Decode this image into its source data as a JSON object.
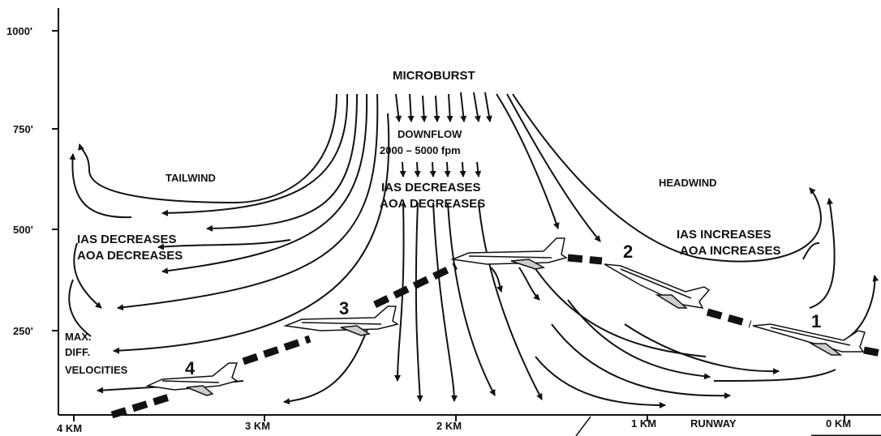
{
  "y_ticks": [
    "1000'",
    "750'",
    "500'",
    "250'"
  ],
  "x_ticks": [
    "4 KM",
    "3 KM",
    "2 KM",
    "1 KM",
    "RUNWAY",
    "0 KM"
  ],
  "labels": {
    "microburst": "MICROBURST",
    "downflow_1": "DOWNFLOW",
    "downflow_2": "2000 – 5000 fpm",
    "center_1": "IAS DECREASES",
    "center_2": "AOA DECREASES",
    "tailwind": "TAILWIND",
    "left_1": "IAS DECREASES",
    "left_2": "AOA DECREASES",
    "maxdiff_1": "MAX.",
    "maxdiff_2": "DIFF.",
    "maxdiff_3": "VELOCITIES",
    "headwind": "HEADWIND",
    "right_1": "IAS INCREASES",
    "right_2": "AOA INCREASES"
  },
  "positions": [
    "1",
    "2",
    "3",
    "4"
  ]
}
